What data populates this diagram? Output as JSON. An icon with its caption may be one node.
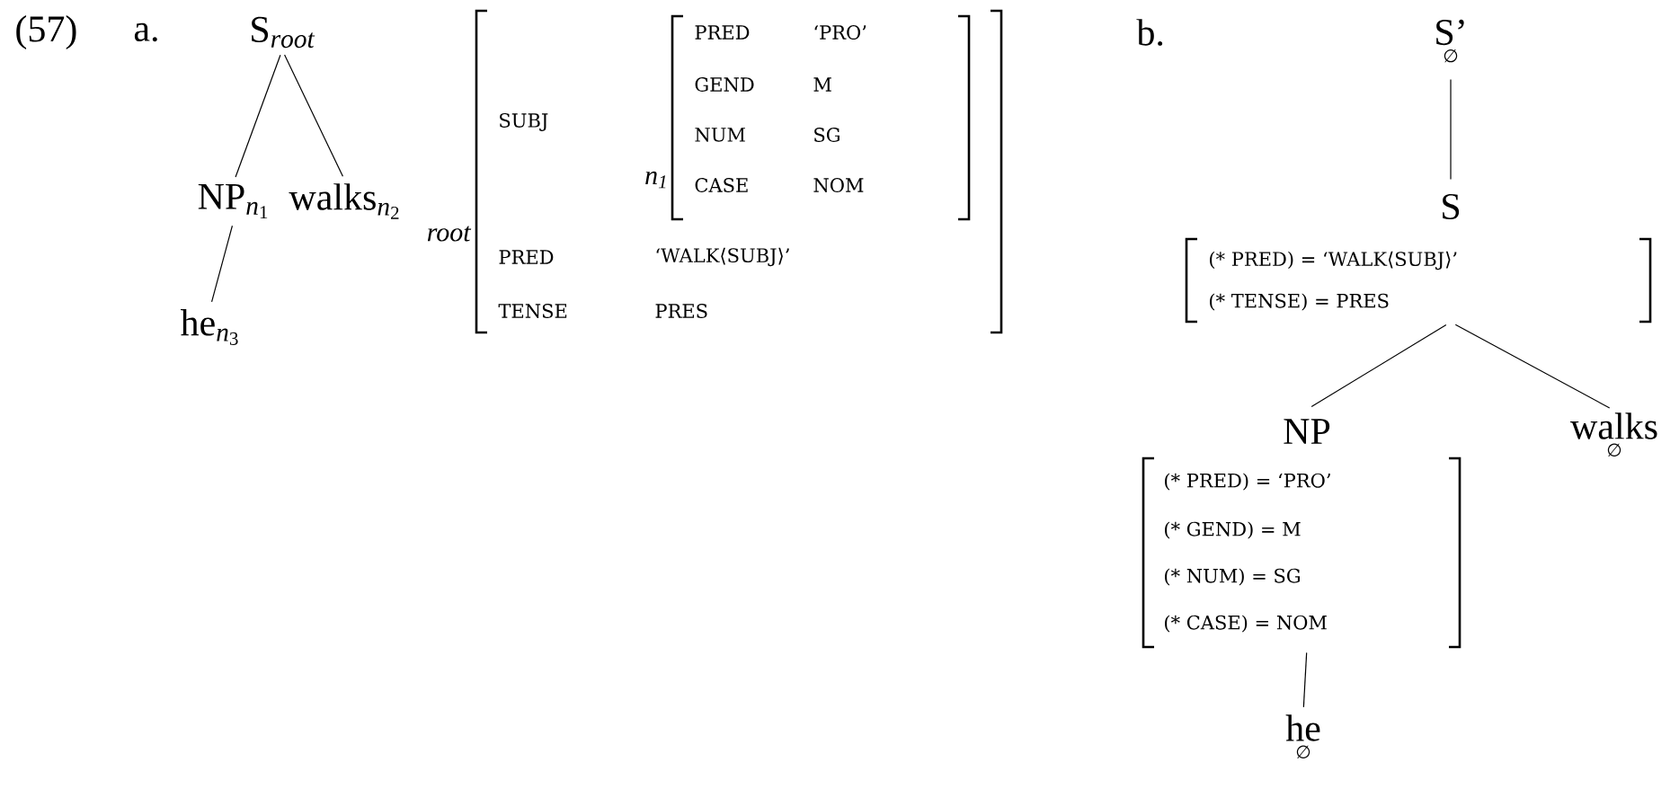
{
  "diagram": {
    "nodes": [
      {
        "text": [
          "\\mathrm{S}_{\\mathit{root}}"
        ]
      },
      {
        "text": [
          "\\mathrm{NP}_{\\mathit{n}_{\\mathrm{1}}}"
        ]
      },
      {
        "text": [
          "\\mathrm{walks}_{\\mathit{n}_{\\mathrm{2}}}"
        ]
      },
      {
        "text": [
          "\\mathrm{he}_{\\mathit{n}_{\\mathrm{3}}}"
        ]
      },
      {
        "text": [
          "SUBJ",
          "PRED",
          "‘WALK⟨SUBJ⟩’",
          "TENSE",
          "PRES"
        ],
        "beside": [
          "root"
        ]
      },
      {
        "text": [
          "PRED",
          "‘PRO’",
          "GEND",
          "M",
          "NUM",
          "SG",
          "CASE",
          "NOM"
        ],
        "beside": [
          "*n*$_{1}$"
        ],
        "in": 4
      },
      {
        "text": [
          "S’"
        ],
        "beside": [
          "∅"
        ]
      },
      {
        "text": [
          "S",
          "(* PRED) = ‘WALK⟨SUBJ⟩’",
          "(* TENSE) = PRES"
        ]
      },
      {
        "text": [
          "NP",
          "(* PRED) = ‘PRO’",
          "(* GEND) = M",
          "(* NUM) = SG",
          "(* CASE) = NOM"
        ]
      },
      {
        "text": [
          "walks"
        ],
        "beside": [
          "∅"
        ]
      },
      {
        "text": [
          "he"
        ],
        "beside": [
          "∅"
        ]
      }
    ],
    "edges": [
      {
        "from": 0,
        "to": 1,
        "arrow": "none"
      },
      {
        "from": 0,
        "to": 2,
        "arrow": "none"
      },
      {
        "from": 1,
        "to": 3,
        "arrow": "none"
      },
      {
        "from": 6,
        "to": 7,
        "arrow": "none"
      },
      {
        "from": 7,
        "to": 8,
        "arrow": "none"
      },
      {
        "from": 7,
        "to": 9,
        "arrow": "none"
      },
      {
        "from": 8,
        "to": 10,
        "arrow": "none"
      }
    ],
    "labels": [
      "(57)",
      "a.",
      "b."
    ]
  }
}
